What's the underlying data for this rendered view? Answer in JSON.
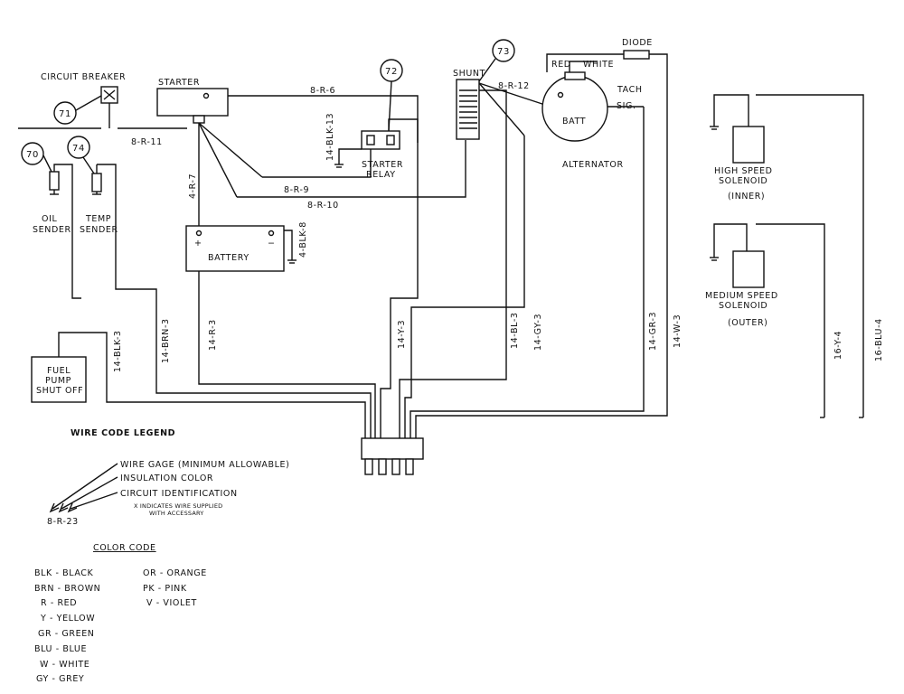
{
  "components": {
    "circuit_breaker": "CIRCUIT BREAKER",
    "starter": "STARTER",
    "starter_relay_1": "STARTER",
    "starter_relay_2": "RELAY",
    "shunt": "SHUNT",
    "alternator": "ALTERNATOR",
    "alt_red": "RED",
    "alt_white": "WHITE",
    "alt_batt": "BATT",
    "alt_tach": "TACH",
    "alt_sig": "SIG.",
    "diode": "DIODE",
    "oil_sender_1": "OIL",
    "oil_sender_2": "SENDER",
    "temp_sender_1": "TEMP",
    "temp_sender_2": "SENDER",
    "battery": "BATTERY",
    "battery_plus": "+",
    "battery_minus": "−",
    "fuel_pump_1": "FUEL",
    "fuel_pump_2": "PUMP",
    "fuel_pump_3": "SHUT OFF",
    "hs_solenoid_1": "HIGH SPEED",
    "hs_solenoid_2": "SOLENOID",
    "hs_solenoid_3": "(INNER)",
    "ms_solenoid_1": "MEDIUM SPEED",
    "ms_solenoid_2": "SOLENOID",
    "ms_solenoid_3": "(OUTER)"
  },
  "callouts": {
    "c70": "70",
    "c71": "71",
    "c72": "72",
    "c73": "73",
    "c74": "74"
  },
  "wires": {
    "r6": "8-R-6",
    "r11": "8-R-11",
    "r12": "8-R-12",
    "blk13": "14-BLK-13",
    "r7": "4-R-7",
    "r9": "8-R-9",
    "r10": "8-R-10",
    "blk8": "4-BLK-8",
    "blk3": "14-BLK-3",
    "brn3": "14-BRN-3",
    "r3": "14-R-3",
    "y3": "14-Y-3",
    "bl3": "14-BL-3",
    "gy3": "14-GY-3",
    "gr3": "14-GR-3",
    "w3": "14-W-3",
    "y4": "16-Y-4",
    "blu4": "16-BLU-4"
  },
  "legend": {
    "title": "WIRE CODE LEGEND",
    "gage": "WIRE GAGE  (MINIMUM ALLOWABLE)",
    "insulation": "INSULATION COLOR",
    "circuit": "CIRCUIT IDENTIFICATION",
    "note_1": "X INDICATES WIRE SUPPLIED",
    "note_2": "WITH ACCESSARY",
    "example": "8-R-23"
  },
  "color_code": {
    "title": "COLOR CODE",
    "left": [
      "BLK - BLACK",
      "BRN - BROWN",
      "R   - RED",
      "Y  - YELLOW",
      "GR - GREEN",
      "BLU - BLUE",
      "W  - WHITE",
      "GY  - GREY"
    ],
    "right": [
      "OR - ORANGE",
      "PK  - PINK",
      "V - VIOLET"
    ]
  }
}
